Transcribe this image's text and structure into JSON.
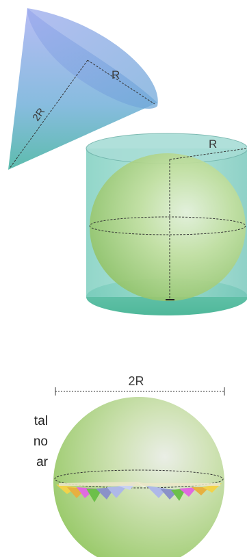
{
  "figures": {
    "cone": {
      "radius_label": "R",
      "slant_label": "2R"
    },
    "cylinder": {
      "radius_label": "R"
    },
    "sphere": {
      "diameter_label": "2R"
    }
  },
  "side_text_fragments": [
    "tal",
    "no",
    "ar"
  ],
  "colors": {
    "cone_top": "#a9b4f0",
    "cone_bottom": "#5ab7b0",
    "cylinder_fill": "#8ed6c8",
    "sphere_fill": "#b4dc8c",
    "line": "#333333"
  }
}
